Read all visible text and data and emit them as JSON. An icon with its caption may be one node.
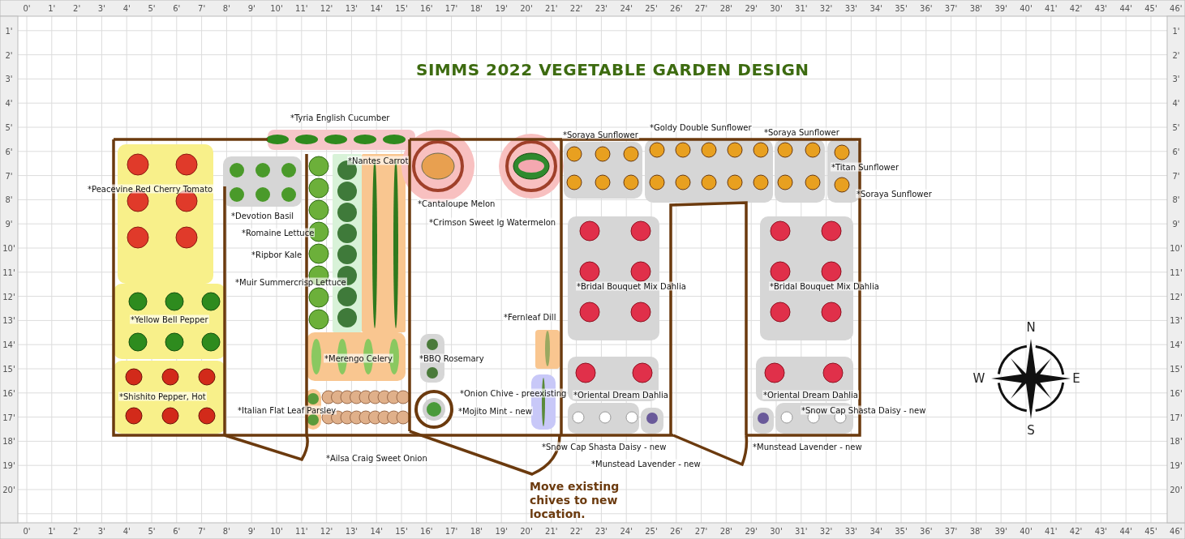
{
  "diagram": {
    "title": "SIMMS 2022 VEGETABLE GARDEN DESIGN",
    "labels": [
      "0'",
      "1'",
      "2'",
      "3'",
      "4'",
      "5'",
      "6'",
      "7'",
      "8'",
      "9'",
      "10'",
      "11'",
      "12'",
      "13'",
      "14'",
      "15'",
      "16'",
      "17'",
      "18'",
      "19'",
      "20'",
      "21'",
      "22'",
      "23'",
      "24'",
      "25'",
      "26'",
      "27'",
      "28'",
      "29'",
      "30'",
      "31'",
      "32'",
      "33'",
      "34'",
      "35'",
      "36'",
      "37'",
      "38'",
      "39'",
      "40'",
      "41'",
      "42'",
      "43'",
      "44'",
      "45'",
      "46'",
      "1'",
      "2'",
      "3'",
      "4'",
      "5'",
      "6'",
      "7'",
      "8'",
      "9'",
      "10'",
      "11'",
      "12'",
      "13'",
      "14'",
      "15'",
      "16'",
      "17'",
      "18'",
      "19'",
      "20'",
      "1'",
      "2'",
      "3'",
      "4'",
      "5'",
      "6'",
      "7'",
      "8'",
      "9'",
      "10'",
      "11'",
      "12'",
      "13'",
      "14'",
      "15'",
      "16'",
      "17'",
      "18'",
      "19'",
      "20'",
      "*Tyria English Cucumber",
      "*Soraya Sunflower",
      "*Goldy Double Sunflower",
      "*Soraya Sunflower",
      "*Nantes Carrot",
      "*Titan Sunflower",
      "*Peacevine Red Cherry Tomato",
      "*Soraya Sunflower",
      "*Cantaloupe Melon",
      "*Devotion Basil",
      "*Crimson Sweet lg Watermelon",
      "*Romaine Lettuce",
      "*Ripbor Kale",
      "*Muir Summercrisp Lettuce",
      "*Bridal Bouquet Mix Dahlia",
      "*Bridal Bouquet Mix Dahlia",
      "*Yellow Bell Pepper",
      "*Fernleaf Dill",
      "N",
      "*Merengo Celery",
      "*BBQ Rosemary",
      "W",
      "E",
      "*Shishito Pepper, Hot",
      "*Onion Chive - preexisting",
      "*Oriental Dream Dahlia",
      "*Oriental Dream Dahlia",
      "*Italian Flat Leaf Parsley",
      "*Mojito Mint - new",
      "*Snow Cap Shasta Daisy - new",
      "S",
      "*Snow Cap Shasta Daisy - new",
      "*Munstead Lavender - new",
      "*Ailsa Craig Sweet Onion",
      "*Munstead Lavender - new",
      "Move existing chives to new location.",
      "0'",
      "1'",
      "2'",
      "3'",
      "4'",
      "5'",
      "6'",
      "7'",
      "8'",
      "9'",
      "10'",
      "11'",
      "12'",
      "13'",
      "14'",
      "15'",
      "16'",
      "17'",
      "18'",
      "19'",
      "20'",
      "21'",
      "22'",
      "23'",
      "24'",
      "25'",
      "26'",
      "27'",
      "28'",
      "29'",
      "30'",
      "31'",
      "32'",
      "33'",
      "34'",
      "35'",
      "36'",
      "37'",
      "38'",
      "39'",
      "40'",
      "41'",
      "42'",
      "43'",
      "44'",
      "45'",
      "46'"
    ]
  }
}
